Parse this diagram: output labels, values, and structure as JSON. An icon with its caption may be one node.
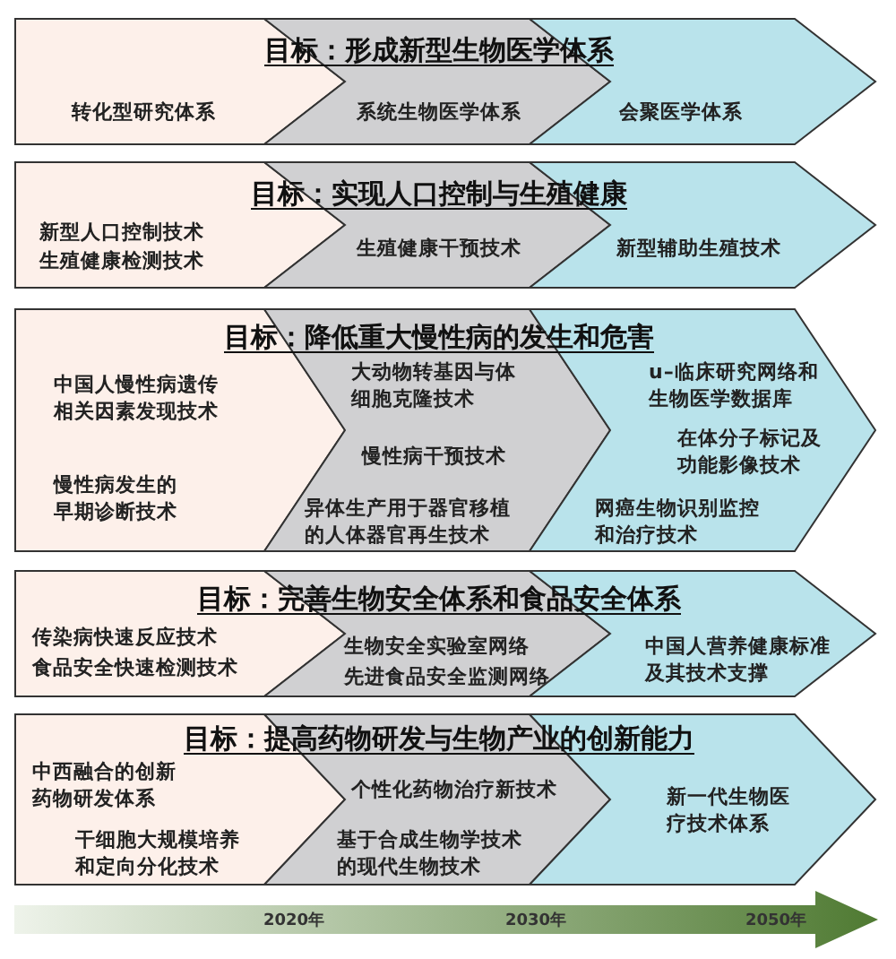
{
  "diagram": {
    "nodes": [
      {
        "text": [
          "转化型研究体系"
        ]
      },
      {
        "text": [
          "系统生物医学体系"
        ]
      },
      {
        "text": [
          "会聚医学体系"
        ]
      },
      {
        "text": [
          "新型人口控制技术",
          "生殖健康检测技术"
        ]
      },
      {
        "text": [
          "生殖健康干预技术"
        ]
      },
      {
        "text": [
          "新型辅助生殖技术"
        ]
      },
      {
        "text": [
          "中国人慢性病遗传相关因素发现技术",
          "慢性病发生的早期诊断技术"
        ]
      },
      {
        "text": [
          "大动物转基因与体细胞克隆技术",
          "慢性病干预技术",
          "异体生产用于器官移植的人体器官再生技术"
        ]
      },
      {
        "text": [
          "u–临床研究网络和生物医学数据库",
          "在体分子标记及功能影像技术",
          "网癌生物识别监控和治疗技术"
        ]
      },
      {
        "text": [
          "传染病快速反应技术",
          "食品安全快速检测技术"
        ]
      },
      {
        "text": [
          "生物安全实验室网络",
          "先进食品安全监测网络"
        ]
      },
      {
        "text": [
          "中国人营养健康标准及其技术支撑"
        ]
      },
      {
        "text": [
          "中西融合的创新药物研发体系",
          "干细胞大规模培养和定向分化技术"
        ]
      },
      {
        "text": [
          "个性化药物治疗新技术",
          "基于合成生物学技术的现代生物技术"
        ]
      },
      {
        "text": [
          "新一代生物医疗技术体系"
        ]
      }
    ],
    "edges": [],
    "labels": [
      "目标：形成新型生物医学体系",
      "目标：实现人口控制与生殖健康",
      "目标：降低重大慢性病的发生和危害",
      "目标：完善生物安全体系和食品安全体系",
      "目标：提高药物研发与生物产业的创新能力",
      "2020年",
      "2030年",
      "2050年"
    ]
  }
}
